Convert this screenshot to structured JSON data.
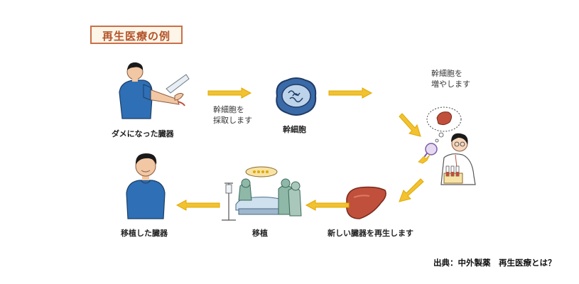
{
  "title": "再生医療の例",
  "steps": {
    "damaged_organ": "ダメになった臓器",
    "stem_cell": "幹細胞",
    "new_organ": "新しい臓器を再生します",
    "transplant": "移植",
    "after_transplant": "移植した臓器"
  },
  "notes": {
    "collect_line1": "幹細胞を",
    "collect_line2": "採取します",
    "grow_line1": "幹細胞を",
    "grow_line2": "増やします"
  },
  "source": "出典：中外製薬　再生医療とは？",
  "colors": {
    "arrow": "#f2c230",
    "arrow_outline": "#e0a800",
    "shirt": "#2f6fb5",
    "organ": "#c0503c",
    "title_border": "#c9704a"
  }
}
